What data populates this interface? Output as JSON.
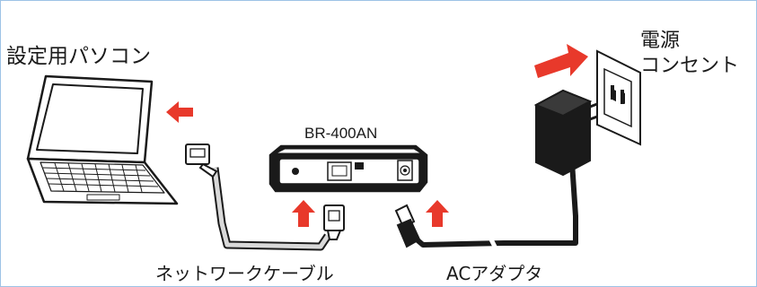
{
  "labels": {
    "pc": "設定用パソコン",
    "power_line1": "電源",
    "power_line2": "コンセント",
    "model": "BR-400AN",
    "lan_cable": "ネットワークケーブル",
    "ac_adapter": "ACアダプタ"
  },
  "colors": {
    "arrow": "#e8392b",
    "frame_border": "#9dc3e6",
    "line": "#1a1a1a"
  },
  "icons": [
    "laptop-icon",
    "lan-plug-icon",
    "router-device-icon",
    "dc-plug-icon",
    "ac-adapter-icon",
    "wall-outlet-icon",
    "red-arrow-icon"
  ]
}
